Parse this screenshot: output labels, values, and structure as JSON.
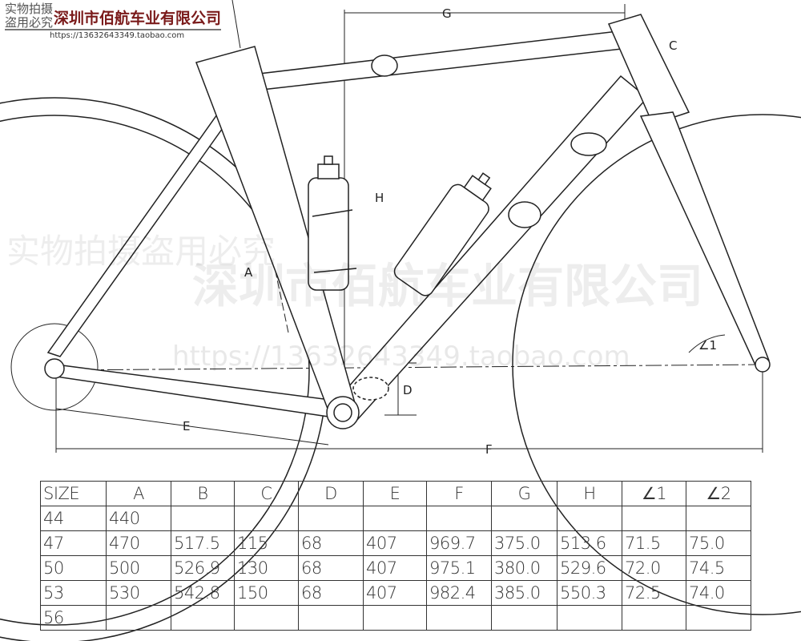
{
  "brand": {
    "slogan": "实物拍摄盗用必究",
    "company": "深圳市佰航车业有限公司",
    "url": "https://13632643349.taobao.com"
  },
  "watermark": {
    "slogan": "实物拍摄盗用必究",
    "company": "深圳市佰航车业有限公司",
    "url": "https://13632643349.taobao.com"
  },
  "diagram_labels": {
    "A": "A",
    "C": "C",
    "D": "D",
    "E": "E",
    "F": "F",
    "G": "G",
    "H": "H",
    "angle1": "∠1"
  },
  "table": {
    "headers": [
      "SIZE",
      "A",
      "B",
      "C",
      "D",
      "E",
      "F",
      "G",
      "H",
      "∠1",
      "∠2"
    ],
    "rows": [
      [
        "44",
        "440",
        "",
        "",
        "",
        "",
        "",
        "",
        "",
        "",
        ""
      ],
      [
        "47",
        "470",
        "517.5",
        "115",
        "68",
        "407",
        "969.7",
        "375.0",
        "513.6",
        "71.5",
        "75.0"
      ],
      [
        "50",
        "500",
        "526.9",
        "130",
        "68",
        "407",
        "975.1",
        "380.0",
        "529.6",
        "72.0",
        "74.5"
      ],
      [
        "53",
        "530",
        "542.8",
        "150",
        "68",
        "407",
        "982.4",
        "385.0",
        "550.3",
        "72.5",
        "74.0"
      ],
      [
        "56",
        "",
        "",
        "",
        "",
        "",
        "",
        "",
        "",
        "",
        ""
      ]
    ]
  }
}
